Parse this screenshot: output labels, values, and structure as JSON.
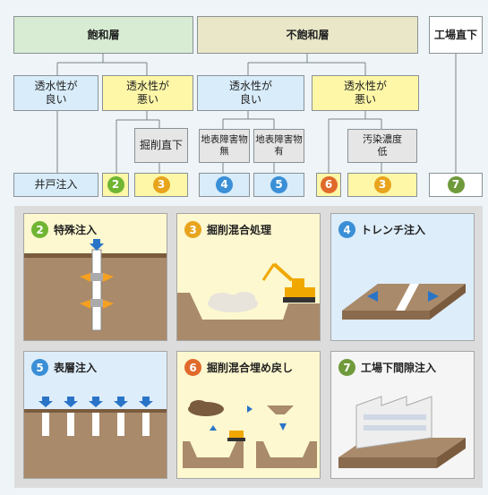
{
  "top": {
    "saturated": "飽和層",
    "unsaturated": "不飽和層",
    "factory": "工場直下",
    "perm_good_a": "透水性が\n良い",
    "perm_bad_a": "透水性が\n悪い",
    "perm_good_b": "透水性が\n良い",
    "perm_bad_b": "透水性が\n悪い",
    "excavate_direct": "掘削直下",
    "no_obstacle": "地表障害物\n無",
    "has_obstacle": "地表障害物\n有",
    "low_conc": "汚染濃度\n低",
    "well_injection": "井戸注入",
    "leaf_numbers": [
      "2",
      "3",
      "4",
      "5",
      "6",
      "3",
      "7"
    ]
  },
  "panels": [
    {
      "num": "2",
      "title": "特殊注入"
    },
    {
      "num": "3",
      "title": "掘削混合処理"
    },
    {
      "num": "4",
      "title": "トレンチ注入"
    },
    {
      "num": "5",
      "title": "表層注入"
    },
    {
      "num": "6",
      "title": "掘削混合埋め戻し"
    },
    {
      "num": "7",
      "title": "工場下間隙注入"
    }
  ]
}
